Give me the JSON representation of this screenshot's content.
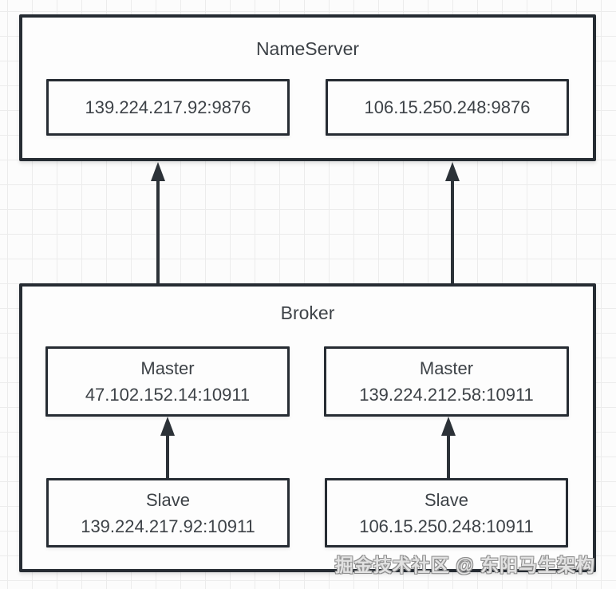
{
  "colors": {
    "box_border": "#262c33",
    "text": "#3d4247",
    "arrow": "#2c3238",
    "grid_line": "#ececec",
    "background": "#fcfcfc",
    "box_fill": "#fdfdfd",
    "watermark_gray": "#8d8d8d"
  },
  "nameserver": {
    "title": "NameServer",
    "nodes": [
      {
        "address": "139.224.217.92:9876"
      },
      {
        "address": "106.15.250.248:9876"
      }
    ]
  },
  "broker": {
    "title": "Broker",
    "masters": [
      {
        "role": "Master",
        "address": "47.102.152.14:10911"
      },
      {
        "role": "Master",
        "address": "139.224.212.58:10911"
      }
    ],
    "slaves": [
      {
        "role": "Slave",
        "address": "139.224.217.92:10911"
      },
      {
        "role": "Slave",
        "address": "106.15.250.248:10911"
      }
    ]
  },
  "watermark": "掘金技术社区 @ 东阳马生架构"
}
